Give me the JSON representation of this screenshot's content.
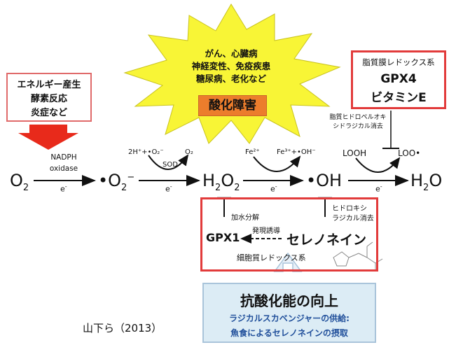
{
  "star": {
    "line1": "がん、心臓病",
    "line2": "神経変性、免疫疾患",
    "line3": "糖尿病、老化など",
    "label": "酸化障害"
  },
  "energy_box": {
    "line1": "エネルギー産生",
    "line2": "酵素反応",
    "line3": "炎症など"
  },
  "membrane_box": {
    "title": "脂質膜レドックス系",
    "gpx4": "GPX4",
    "vitamin": "ビタミンE"
  },
  "membrane_note": {
    "line1": "脂質ヒドロペルオキ",
    "line2": "シドラジカル消去"
  },
  "pathway": {
    "o2": "O",
    "o2_sub": "2",
    "superoxide_dot": "•",
    "superoxide": "O",
    "superoxide_sub": "2",
    "superoxide_sup": "−",
    "h2o2": "H",
    "h2o2_sub1": "2",
    "h2o2_o": "O",
    "h2o2_sub2": "2",
    "oh": "•OH",
    "h2o": "H",
    "h2o_sub": "2",
    "h2o_o": "O",
    "electron": "e",
    "electron_sup": "-"
  },
  "step1": {
    "enzyme_line1": "NADPH",
    "enzyme_line2": "oxidase"
  },
  "step2": {
    "reactant": "2H⁺+•O₂⁻",
    "product": "O₂",
    "enzyme": "SOD"
  },
  "step3": {
    "reactant": "Fe²⁺",
    "product": "Fe³⁺+•OH⁻"
  },
  "step4": {
    "reactant": "LOOH",
    "product": "LOO•"
  },
  "cyto_box": {
    "hydrolysis": "加水分解",
    "hydroxyl_line1": "ヒドロキシ",
    "hydroxyl_line2": "ラジカル消去",
    "gpx1": "GPX1",
    "induction": "発現誘導",
    "selenoneine": "セレノネイン",
    "title": "細胞質レドックス系"
  },
  "bottom_box": {
    "title": "抗酸化能の向上",
    "line1": "ラジカルスカベンジャーの供給:",
    "line2": "魚食によるセレノネインの摂取"
  },
  "citation": "山下ら（2013）",
  "colors": {
    "star_fill": "#f8f536",
    "label_fill": "#ec7d2c",
    "box_red": "#e23b3b",
    "arrow_red": "#e82a1b",
    "bottom_fill": "#dcecf5",
    "bottom_border": "#a9c4da",
    "blue_text": "#1f4e9a"
  }
}
